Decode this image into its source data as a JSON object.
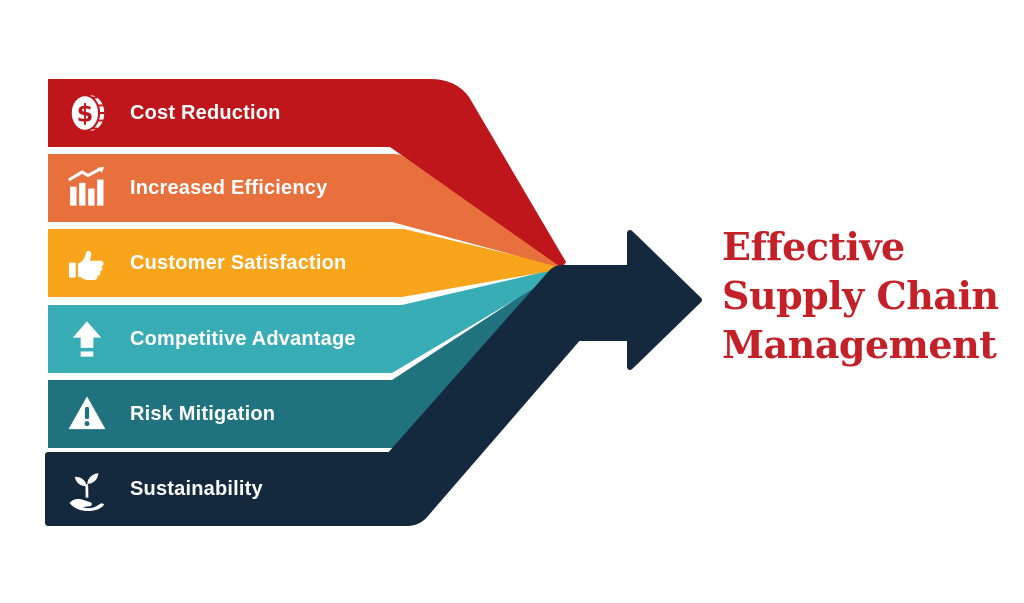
{
  "diagram": {
    "title": {
      "text": "Effective Supply Chain Management",
      "lines": [
        "Effective",
        "Supply Chain",
        "Management"
      ],
      "color": "#C32028"
    },
    "bands": [
      {
        "label": "Cost Reduction",
        "icon": "dollar-coin-icon",
        "color": "#BE161B"
      },
      {
        "label": "Increased Efficiency",
        "icon": "bar-chart-growth-icon",
        "color": "#E8703D"
      },
      {
        "label": "Customer Satisfaction",
        "icon": "thumbs-up-icon",
        "color": "#F9A51C"
      },
      {
        "label": "Competitive Advantage",
        "icon": "up-arrow-icon",
        "color": "#39ADB5"
      },
      {
        "label": "Risk Mitigation",
        "icon": "warning-triangle-icon",
        "color": "#21727F"
      },
      {
        "label": "Sustainability",
        "icon": "hand-plant-icon",
        "color": "#15293E"
      }
    ],
    "arrow_color": "#15293E",
    "label_text_color": "#FFFFFF",
    "background_color": "#FFFFFF"
  }
}
